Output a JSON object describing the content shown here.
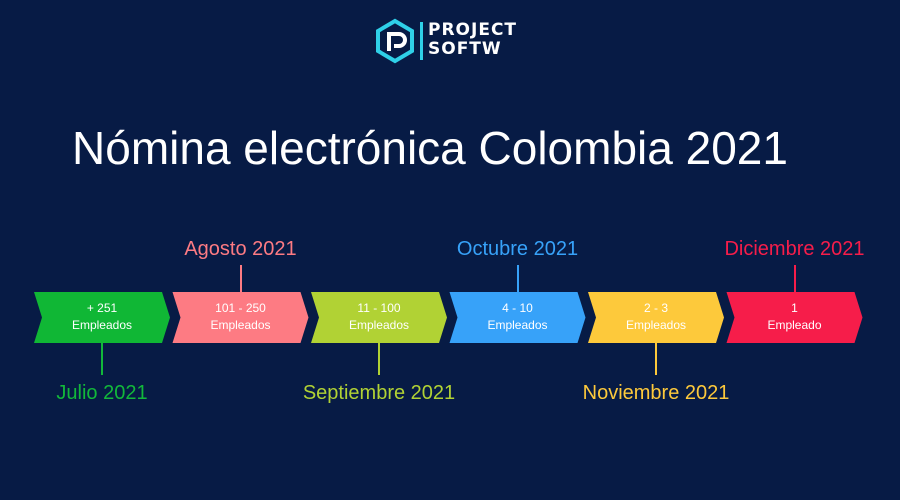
{
  "logo": {
    "line1": "PROJECT",
    "line2": "SOFTW"
  },
  "title": "Nómina electrónica Colombia 2021",
  "stages": [
    {
      "count": "+ 251",
      "unit": "Empleados",
      "date": "Julio 2021",
      "color": "#10b735",
      "label_color": "#12b83a",
      "label_position": "below"
    },
    {
      "count": "101 - 250",
      "unit": "Empleados",
      "date": "Agosto 2021",
      "color": "#fd7b83",
      "label_color": "#fd7b83",
      "label_position": "above"
    },
    {
      "count": "11 - 100",
      "unit": "Empleados",
      "date": "Septiembre 2021",
      "color": "#b1d234",
      "label_color": "#b1d234",
      "label_position": "below"
    },
    {
      "count": "4 - 10",
      "unit": "Empleados",
      "date": "Octubre 2021",
      "color": "#37a2f9",
      "label_color": "#37a2f9",
      "label_position": "above"
    },
    {
      "count": "2 - 3",
      "unit": "Empleados",
      "date": "Noviembre 2021",
      "color": "#fdc93b",
      "label_color": "#fdc93b",
      "label_position": "below"
    },
    {
      "count": "1",
      "unit": "Empleado",
      "date": "Diciembre 2021",
      "color": "#f61d4a",
      "label_color": "#f61d4a",
      "label_position": "above"
    }
  ]
}
